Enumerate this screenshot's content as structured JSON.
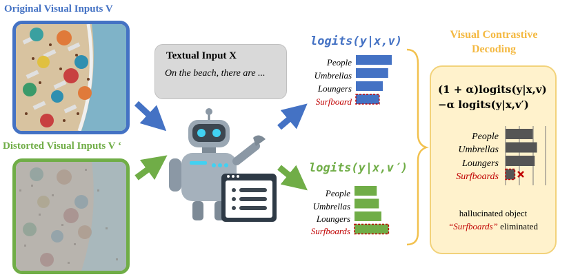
{
  "labels": {
    "original": "Original Visual Inputs V",
    "distorted": "Distorted Visual Inputs V ‘"
  },
  "textual_input": {
    "title": "Textual Input X",
    "body": "On the beach, there are ..."
  },
  "logits_top": {
    "title": "logits(y|x,v)",
    "items": [
      "People",
      "Umbrellas",
      "Loungers",
      "Surfboard"
    ],
    "values": [
      1.0,
      0.9,
      0.75,
      0.65
    ],
    "color": "#4472c4"
  },
  "logits_bottom": {
    "title": "logits(y|x,v′)",
    "items": [
      "People",
      "Umbrellas",
      "Loungers",
      "Surfboards"
    ],
    "values": [
      0.62,
      0.68,
      0.75,
      0.95
    ],
    "color": "#70ad47"
  },
  "vcd": {
    "title": "Visual Contrastive Decoding",
    "formula_line1": "(1 + α)logits(y|x,v)",
    "formula_line2": "−α logits(y|x,v′)",
    "items": [
      "People",
      "Umbrellas",
      "Loungers",
      "Surfboards"
    ],
    "values": [
      0.82,
      0.95,
      0.88,
      0.28
    ],
    "caption_line1": "hallucinated object",
    "caption_quote": "“Surfboards”",
    "caption_end": " eliminated"
  },
  "colors": {
    "blue": "#4472c4",
    "green": "#70ad47",
    "red": "#c00000",
    "vcd_bar": "#555555",
    "vcd_title": "#f4b942"
  }
}
